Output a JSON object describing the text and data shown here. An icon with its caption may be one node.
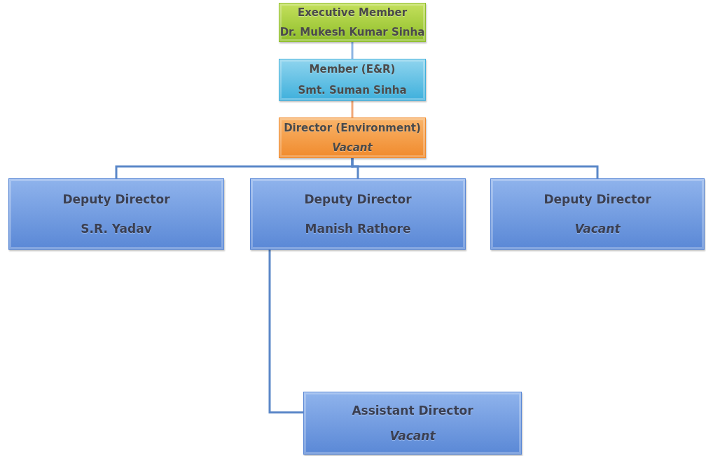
{
  "diagram": {
    "nodes": [
      {
        "text": [
          "Executive Member",
          "Dr. Mukesh Kumar Sinha"
        ]
      },
      {
        "text": [
          "Member (E&R)",
          "Smt. Suman Sinha"
        ]
      },
      {
        "text": [
          "Director (Environment)",
          "*Vacant*"
        ]
      },
      {
        "text": [
          "Deputy Director",
          "S.R. Yadav"
        ]
      },
      {
        "text": [
          "Deputy Director",
          "Manish Rathore"
        ]
      },
      {
        "text": [
          "Deputy Director",
          "*Vacant*"
        ]
      },
      {
        "text": [
          "Assistant Director",
          "*Vacant*"
        ]
      }
    ],
    "edges": [
      {
        "from": 0,
        "to": 1,
        "arrow": "none",
        "color": "#8db4e2"
      },
      {
        "from": 1,
        "to": 2,
        "arrow": "none",
        "color": "#f0a878"
      },
      {
        "from": 2,
        "to": 3,
        "arrow": "none"
      },
      {
        "from": 2,
        "to": 4,
        "arrow": "none"
      },
      {
        "from": 2,
        "to": 5,
        "arrow": "none"
      },
      {
        "from": 4,
        "to": 6,
        "arrow": "none"
      }
    ]
  }
}
